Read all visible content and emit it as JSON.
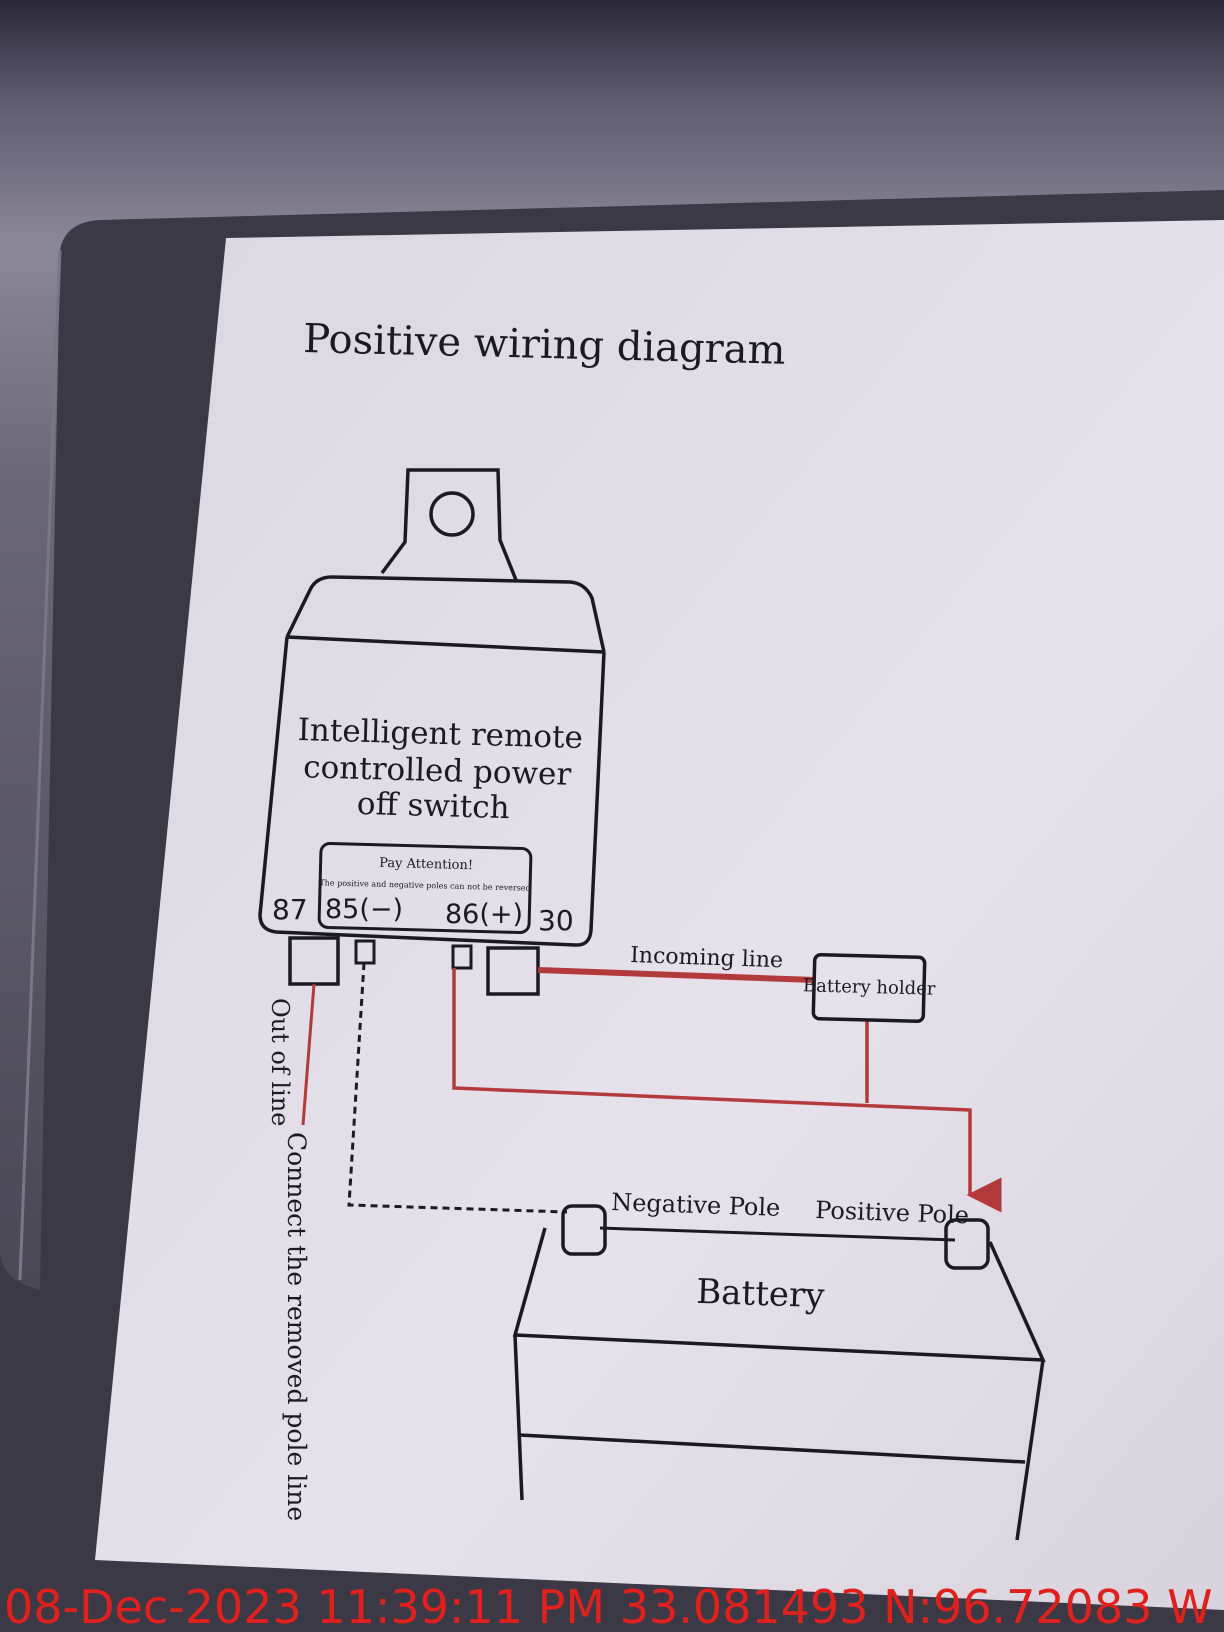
{
  "diagram": {
    "title": "Positive wiring diagram",
    "switch_label_lines": [
      "Intelligent remote",
      "controlled power",
      "off switch"
    ],
    "attention_title": "Pay Attention!",
    "attention_text": "The positive and negative poles can not be reversed",
    "terminals": {
      "t87": "87",
      "t85": "85(−)",
      "t86": "86(+)",
      "t30": "30"
    },
    "wires": {
      "incoming_line": "Incoming line",
      "out_of_line": "Out of line",
      "connect_removed_pole": "Connect the removed pole line"
    },
    "battery_holder": "Battery holder",
    "battery": {
      "label": "Battery",
      "negative_pole": "Negative Pole",
      "positive_pole": "Positive Pole"
    }
  },
  "timestamp_overlay": "08-Dec-2023 11:39:11 PM  33.081493 N:96.72083 W",
  "colors": {
    "wire_red": "#b23a3a",
    "ink": "#1b1a22",
    "paper": "#e4dfe8",
    "stamp": "#e0201c"
  }
}
